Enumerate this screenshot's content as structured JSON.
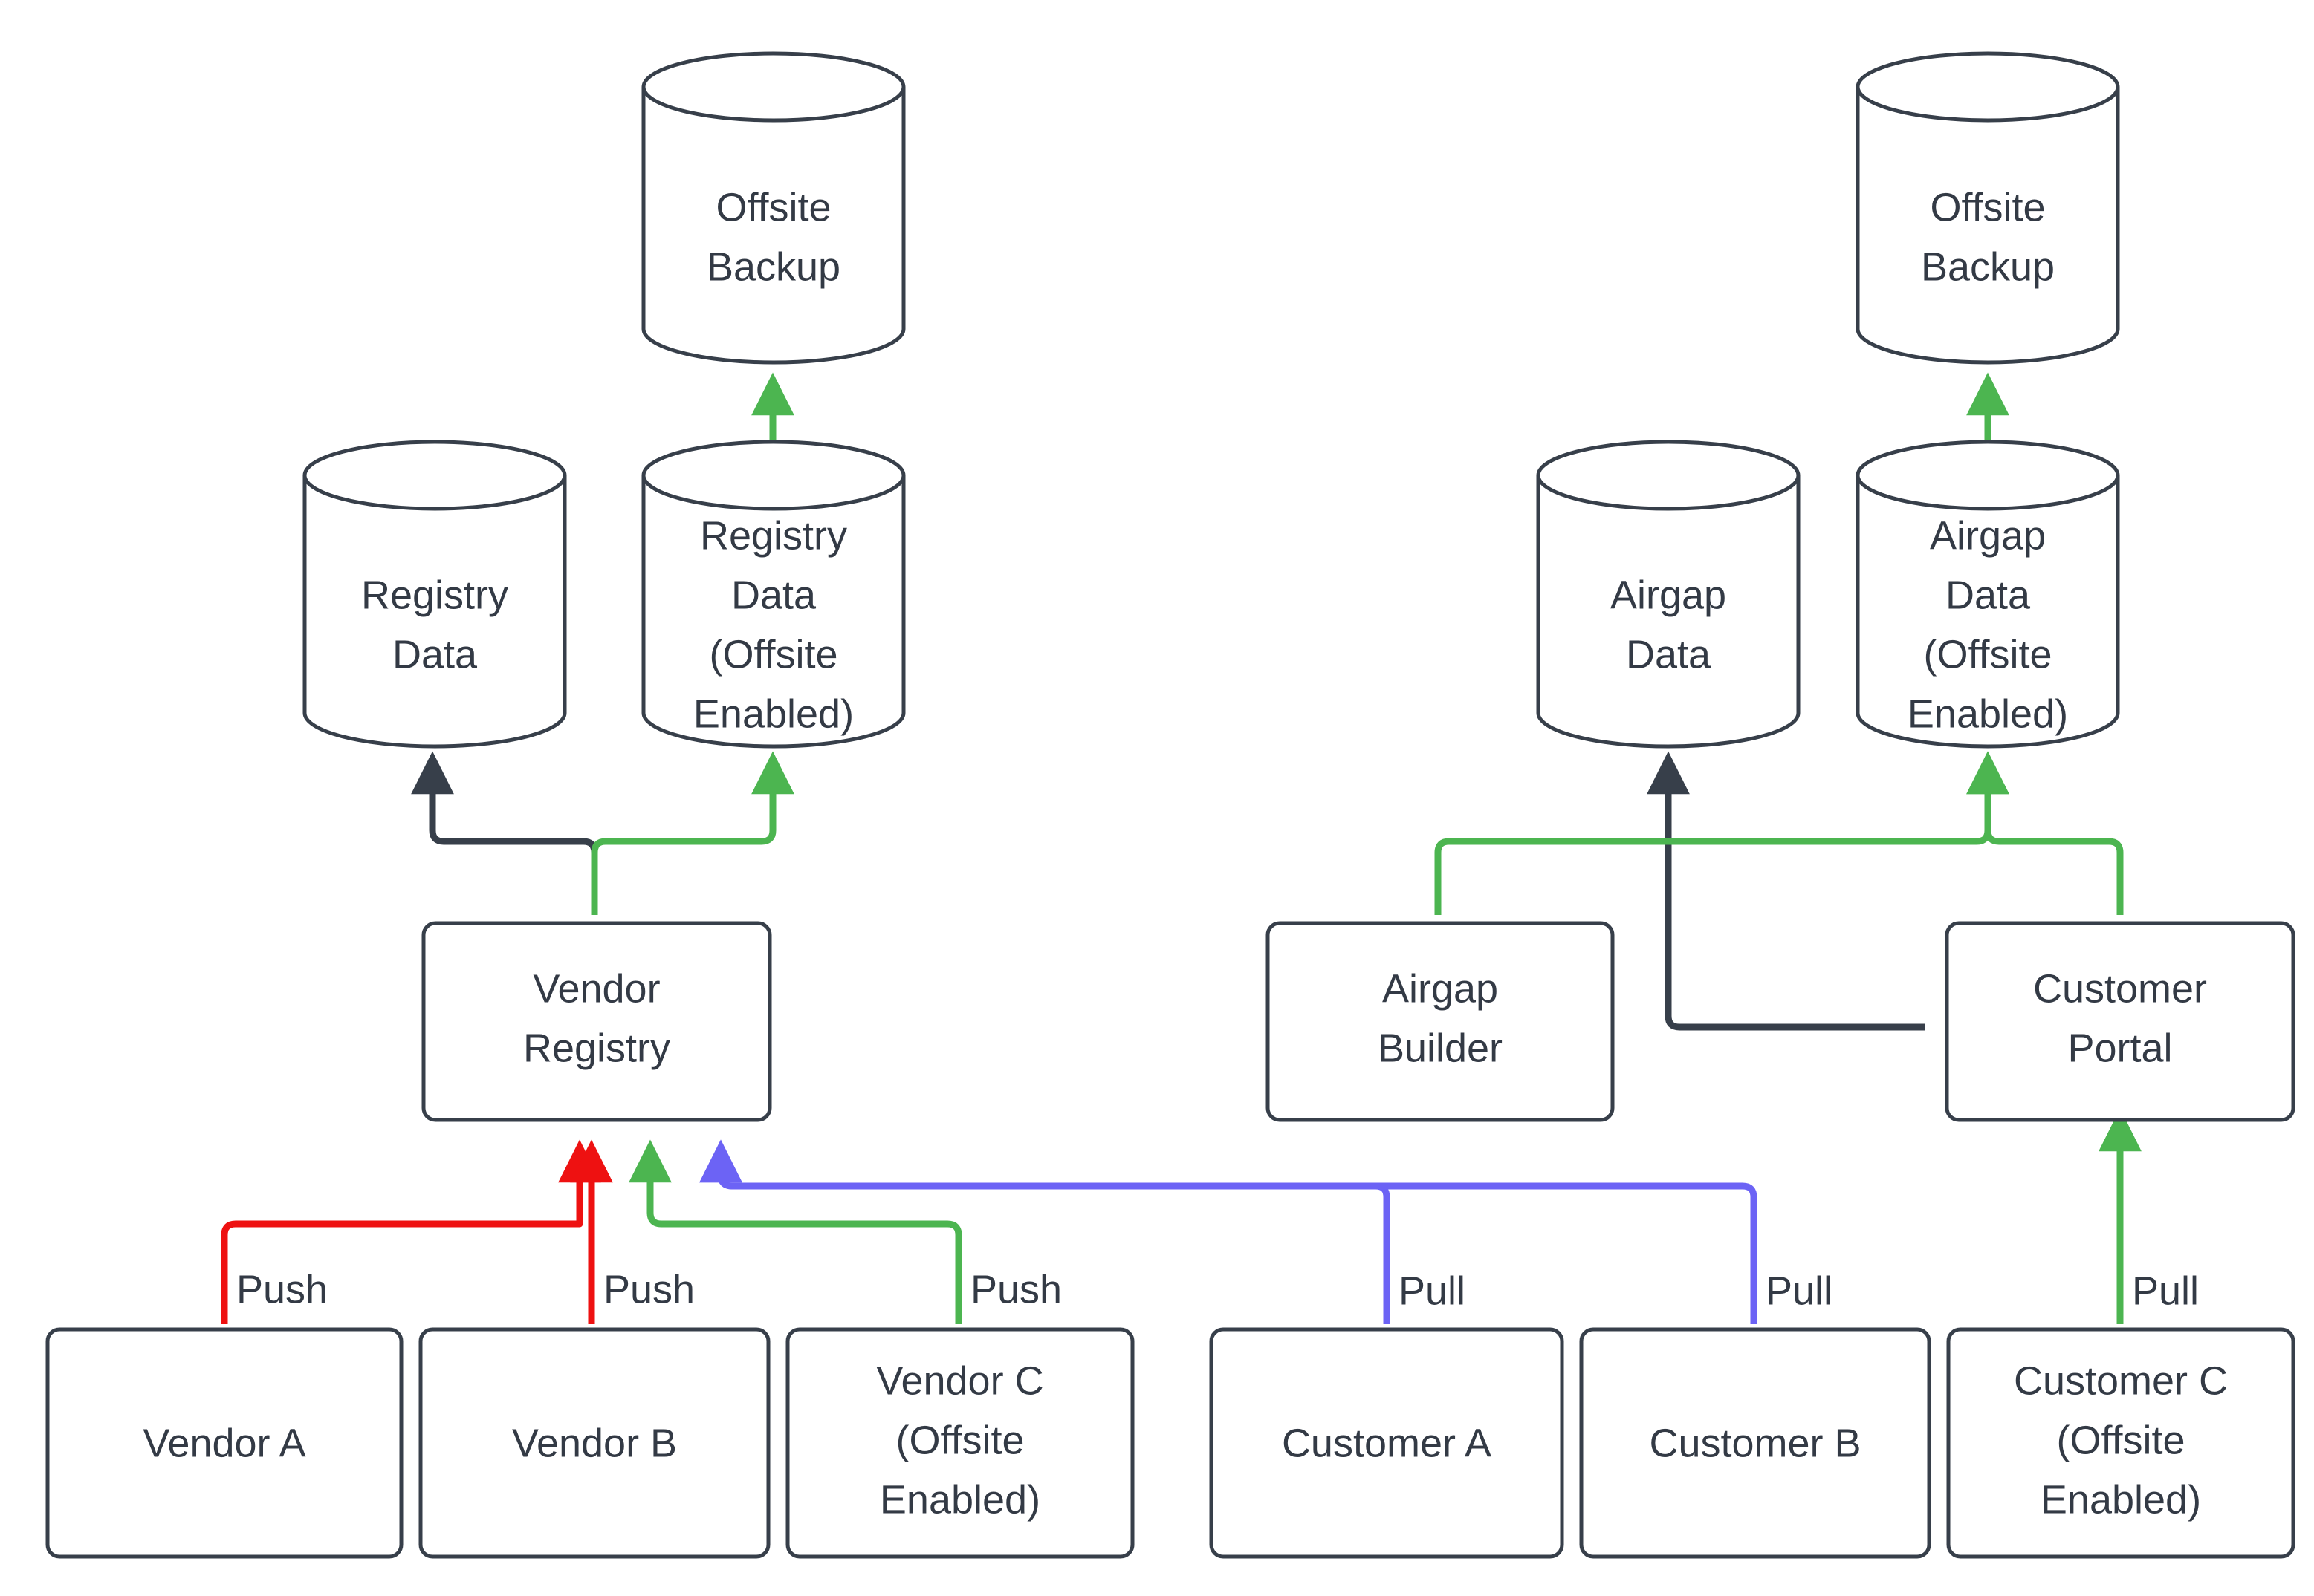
{
  "diagram": {
    "title": "Vendor Registry and Customer Portal offsite backup flow",
    "colors": {
      "stroke_dark": "#373f4a",
      "edge_dark": "#373f4a",
      "edge_green": "#4cb550",
      "edge_red": "#ee1111",
      "edge_blue": "#6c63f5",
      "node_fill": "#ffffff",
      "text": "#333a45",
      "background": "#ffffff"
    },
    "nodes": [
      {
        "id": "offsite-backup-left",
        "type": "cylinder",
        "label": "Offsite\nBackup",
        "lines": [
          "Offsite",
          "Backup"
        ]
      },
      {
        "id": "registry-data",
        "type": "cylinder",
        "label": "Registry\nData",
        "lines": [
          "Registry",
          "Data"
        ]
      },
      {
        "id": "registry-data-offsite",
        "type": "cylinder",
        "label": "Registry\nData\n(Offsite\nEnabled)",
        "lines": [
          "Registry",
          "Data",
          "(Offsite",
          "Enabled)"
        ]
      },
      {
        "id": "vendor-registry",
        "type": "box",
        "label": "Vendor\nRegistry",
        "lines": [
          "Vendor",
          "Registry"
        ]
      },
      {
        "id": "vendor-a",
        "type": "box",
        "label": "Vendor A",
        "lines": [
          "Vendor A"
        ]
      },
      {
        "id": "vendor-b",
        "type": "box",
        "label": "Vendor B",
        "lines": [
          "Vendor B"
        ]
      },
      {
        "id": "vendor-c",
        "type": "box",
        "label": "Vendor C\n(Offsite\nEnabled)",
        "lines": [
          "Vendor C",
          "(Offsite",
          "Enabled)"
        ]
      },
      {
        "id": "offsite-backup-right",
        "type": "cylinder",
        "label": "Offsite\nBackup",
        "lines": [
          "Offsite",
          "Backup"
        ]
      },
      {
        "id": "airgap-data",
        "type": "cylinder",
        "label": "Airgap\nData",
        "lines": [
          "Airgap",
          "Data"
        ]
      },
      {
        "id": "airgap-data-offsite",
        "type": "cylinder",
        "label": "Airgap\nData\n(Offsite\nEnabled)",
        "lines": [
          "Airgap",
          "Data",
          "(Offsite",
          "Enabled)"
        ]
      },
      {
        "id": "airgap-builder",
        "type": "box",
        "label": "Airgap\nBuilder",
        "lines": [
          "Airgap",
          "Builder"
        ]
      },
      {
        "id": "customer-portal",
        "type": "box",
        "label": "Customer\nPortal",
        "lines": [
          "Customer",
          "Portal"
        ]
      },
      {
        "id": "customer-a",
        "type": "box",
        "label": "Customer A",
        "lines": [
          "Customer A"
        ]
      },
      {
        "id": "customer-b",
        "type": "box",
        "label": "Customer B",
        "lines": [
          "Customer B"
        ]
      },
      {
        "id": "customer-c",
        "type": "box",
        "label": "Customer C\n(Offsite\nEnabled)",
        "lines": [
          "Customer C",
          "(Offsite",
          "Enabled)"
        ]
      }
    ],
    "edges": [
      {
        "id": "vendor-a-to-registry",
        "from": "vendor-a",
        "to": "vendor-registry",
        "label": "Push",
        "color": "#ee1111"
      },
      {
        "id": "vendor-b-to-registry",
        "from": "vendor-b",
        "to": "vendor-registry",
        "label": "Push",
        "color": "#ee1111"
      },
      {
        "id": "vendor-c-to-registry",
        "from": "vendor-c",
        "to": "vendor-registry",
        "label": "Push",
        "color": "#4cb550"
      },
      {
        "id": "customer-a-to-registry",
        "from": "customer-a",
        "to": "vendor-registry",
        "label": "Pull",
        "color": "#6c63f5"
      },
      {
        "id": "customer-b-to-registry",
        "from": "customer-b",
        "to": "vendor-registry",
        "label": "Pull",
        "color": "#6c63f5"
      },
      {
        "id": "customer-c-to-portal",
        "from": "customer-c",
        "to": "customer-portal",
        "label": "Pull",
        "color": "#4cb550"
      },
      {
        "id": "registry-to-registry-data",
        "from": "vendor-registry",
        "to": "registry-data",
        "label": "",
        "color": "#373f4a"
      },
      {
        "id": "registry-to-registry-data-offsite",
        "from": "vendor-registry",
        "to": "registry-data-offsite",
        "label": "",
        "color": "#4cb550"
      },
      {
        "id": "registry-data-offsite-to-backup",
        "from": "registry-data-offsite",
        "to": "offsite-backup-left",
        "label": "",
        "color": "#4cb550"
      },
      {
        "id": "portal-to-airgap-data",
        "from": "customer-portal",
        "to": "airgap-data",
        "label": "",
        "color": "#373f4a"
      },
      {
        "id": "builder-to-airgap-data-offsite",
        "from": "airgap-builder",
        "to": "airgap-data-offsite",
        "label": "",
        "color": "#4cb550"
      },
      {
        "id": "portal-to-airgap-data-offsite",
        "from": "customer-portal",
        "to": "airgap-data-offsite",
        "label": "",
        "color": "#4cb550"
      },
      {
        "id": "airgap-data-offsite-to-backup",
        "from": "airgap-data-offsite",
        "to": "offsite-backup-right",
        "label": "",
        "color": "#4cb550"
      }
    ],
    "edge_labels": {
      "push": "Push",
      "pull": "Pull"
    }
  }
}
